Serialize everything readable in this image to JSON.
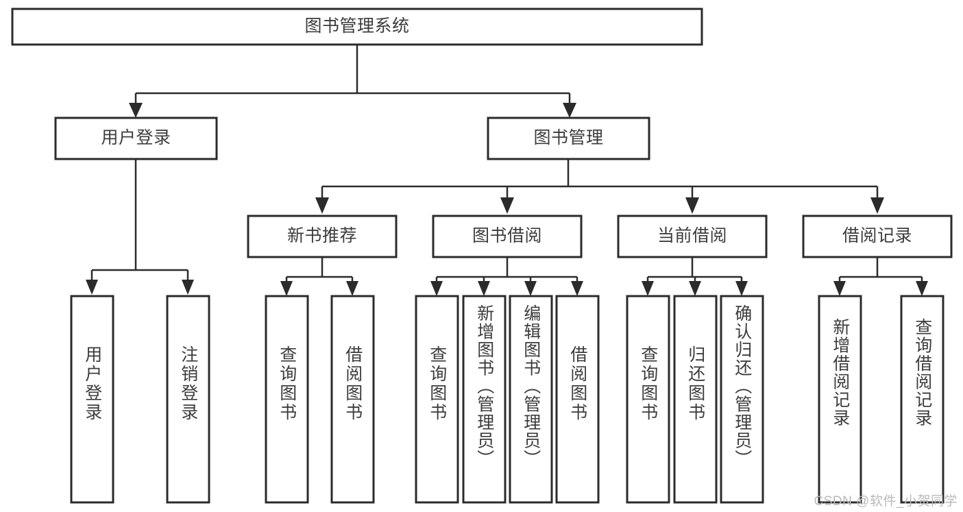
{
  "diagram": {
    "title": "图书管理系统",
    "type": "hierarchy-tree",
    "colors": {
      "box_stroke": "#2b2b2b",
      "box_fill": "#ffffff",
      "text": "#3c3c3c",
      "connector": "#2b2b2b",
      "watermark": "#b9b9b9",
      "background": "#ffffff"
    },
    "levels": {
      "root": {
        "label": "图书管理系统",
        "orientation": "horizontal"
      },
      "level2": [
        {
          "label": "用户登录",
          "orientation": "horizontal"
        },
        {
          "label": "图书管理",
          "orientation": "horizontal"
        }
      ],
      "level3": [
        {
          "label": "新书推荐",
          "orientation": "horizontal",
          "parent": "图书管理"
        },
        {
          "label": "图书借阅",
          "orientation": "horizontal",
          "parent": "图书管理"
        },
        {
          "label": "当前借阅",
          "orientation": "horizontal",
          "parent": "图书管理"
        },
        {
          "label": "借阅记录",
          "orientation": "horizontal",
          "parent": "图书管理"
        }
      ],
      "leaves": [
        {
          "label": "用户登录",
          "orientation": "vertical",
          "parent": "用户登录"
        },
        {
          "label": "注销登录",
          "orientation": "vertical",
          "parent": "用户登录"
        },
        {
          "label": "查询图书",
          "orientation": "vertical",
          "parent": "新书推荐"
        },
        {
          "label": "借阅图书",
          "orientation": "vertical",
          "parent": "新书推荐"
        },
        {
          "label": "查询图书",
          "orientation": "vertical",
          "parent": "图书借阅"
        },
        {
          "label": "新增图书（管理员）",
          "orientation": "vertical",
          "parent": "图书借阅"
        },
        {
          "label": "编辑图书（管理员）",
          "orientation": "vertical",
          "parent": "图书借阅"
        },
        {
          "label": "借阅图书",
          "orientation": "vertical",
          "parent": "图书借阅"
        },
        {
          "label": "查询图书",
          "orientation": "vertical",
          "parent": "当前借阅"
        },
        {
          "label": "归还图书",
          "orientation": "vertical",
          "parent": "当前借阅"
        },
        {
          "label": "确认归还（管理员）",
          "orientation": "vertical",
          "parent": "当前借阅"
        },
        {
          "label": "新增借阅记录",
          "orientation": "vertical",
          "parent": "借阅记录"
        },
        {
          "label": "查询借阅记录",
          "orientation": "vertical",
          "parent": "借阅记录"
        }
      ]
    },
    "watermark": "CSDN @软件_小贺同学"
  }
}
